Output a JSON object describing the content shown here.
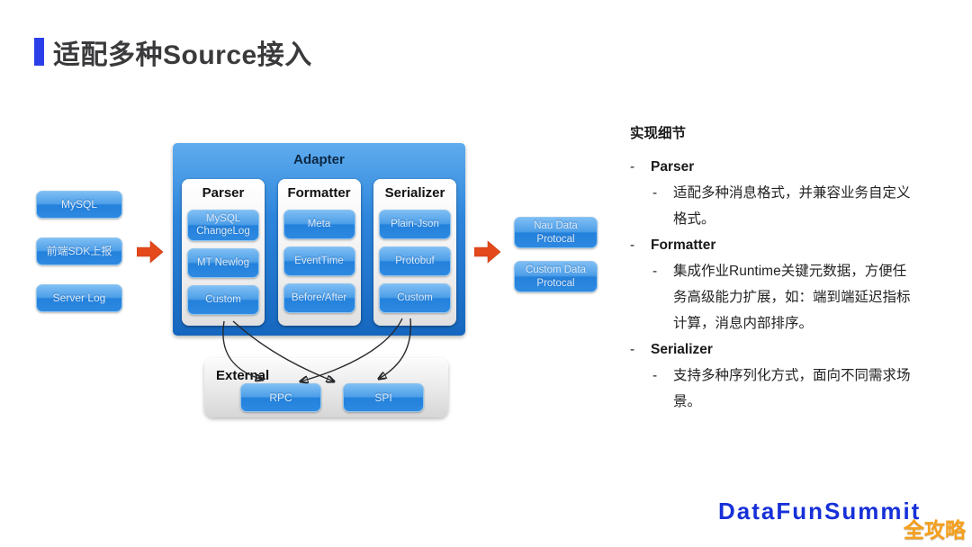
{
  "colors": {
    "accent_blue": "#2B3FE8",
    "arrow_orange": "#E3491A",
    "logo_blue": "#1730D8",
    "logo_orange": "#F5A01E"
  },
  "header": {
    "title": "适配多种Source接入"
  },
  "diagram": {
    "sources": [
      "MySQL",
      "前端SDK上报",
      "Server Log"
    ],
    "adapter": {
      "title": "Adapter",
      "columns": [
        {
          "title": "Parser",
          "items": [
            "MySQL ChangeLog",
            "MT Newlog",
            "Custom"
          ]
        },
        {
          "title": "Formatter",
          "items": [
            "Meta",
            "EventTime",
            "Before/After"
          ]
        },
        {
          "title": "Serializer",
          "items": [
            "Plain-Json",
            "Protobuf",
            "Custom"
          ]
        }
      ]
    },
    "outputs": [
      "Nau Data Protocal",
      "Custom Data Protocal"
    ],
    "external": {
      "title": "External",
      "items": [
        "RPC",
        "SPI"
      ]
    }
  },
  "details": {
    "heading": "实现细节",
    "sections": [
      {
        "label": "Parser",
        "bullets": [
          "适配多种消息格式，并兼容业务自定义格式。"
        ]
      },
      {
        "label": "Formatter",
        "bullets": [
          "集成作业Runtime关键元数据，方便任务高级能力扩展，如：端到端延迟指标计算，消息内部排序。"
        ]
      },
      {
        "label": "Serializer",
        "bullets": [
          "支持多种序列化方式，面向不同需求场景。"
        ]
      }
    ]
  },
  "footer": {
    "logo": "DataFunSummit",
    "watermark": "全攻略"
  }
}
